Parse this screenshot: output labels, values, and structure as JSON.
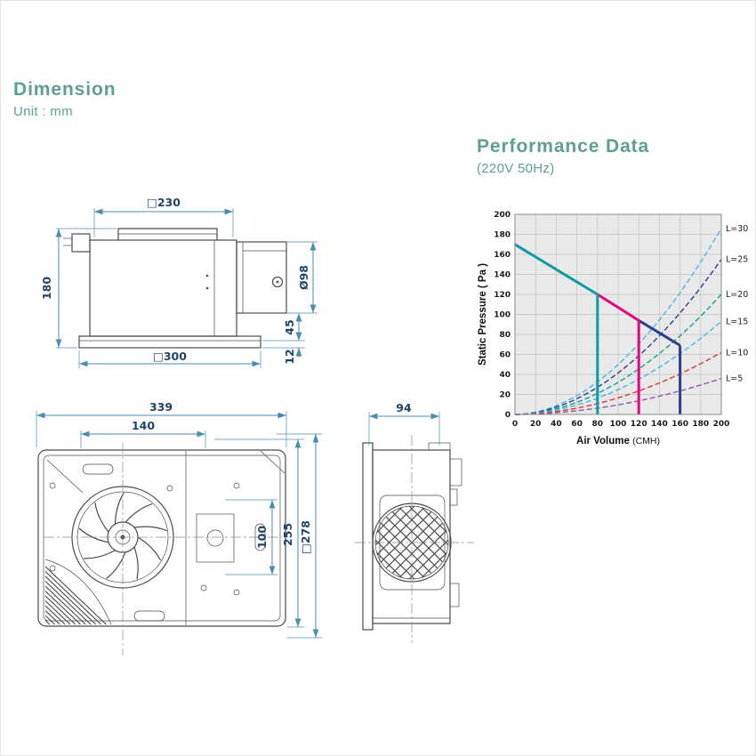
{
  "headers": {
    "accent_color": "#5f9f93",
    "dimension": {
      "title": "Dimension",
      "subtitle": "Unit : mm"
    },
    "performance": {
      "title": "Performance Data",
      "subtitle": "(220V 50Hz)"
    }
  },
  "drawings": {
    "line_color": "#4a8fb0",
    "text_color": "#1f4468",
    "side_elevation": {
      "top_width": "□230",
      "overall_height": "180",
      "duct_diameter": "Ø98",
      "duct_to_flange": "45",
      "flange_thickness": "12",
      "flange_width": "□300"
    },
    "plan_view": {
      "overall_width": "339",
      "inner_width": "140",
      "overall_height": "255",
      "body_square": "□278",
      "inner_height": "100"
    },
    "side_view": {
      "depth": "94"
    }
  },
  "chart_data": {
    "type": "line",
    "title": "",
    "xlabel": "Air Volume",
    "xunit": "(CMH)",
    "ylabel": "Static Pressure",
    "yunit": "( Pa )",
    "xlim": [
      0,
      200
    ],
    "ylim": [
      0,
      200
    ],
    "xticks": [
      0,
      20,
      40,
      60,
      80,
      100,
      120,
      140,
      160,
      180,
      200
    ],
    "yticks": [
      0,
      20,
      40,
      60,
      80,
      100,
      120,
      140,
      160,
      180,
      200
    ],
    "grid": true,
    "plot_bg": "#e9e9e9",
    "grid_color": "#c2c2c2",
    "frame_color": "#8a8a8a",
    "curve_exponent": 1.9,
    "system_curves": [
      {
        "label": "L=30",
        "color": "#45b7e6",
        "end_value": 186
      },
      {
        "label": "L=25",
        "color": "#2b3f8f",
        "end_value": 155
      },
      {
        "label": "L=20",
        "color": "#0ba289",
        "end_value": 120
      },
      {
        "label": "L=15",
        "color": "#45b7e6",
        "end_value": 93
      },
      {
        "label": "L=10",
        "color": "#d8382e",
        "end_value": 62
      },
      {
        "label": "L=5",
        "color": "#8c5ca8",
        "end_value": 36
      }
    ],
    "fan_curve": [
      {
        "color": "#0d9aa2",
        "points": [
          [
            0,
            170
          ],
          [
            80,
            120
          ]
        ]
      },
      {
        "color": "#e5077e",
        "points": [
          [
            80,
            120
          ],
          [
            120,
            94
          ]
        ]
      },
      {
        "color": "#2b3f8f",
        "points": [
          [
            120,
            94
          ],
          [
            160,
            69
          ]
        ]
      }
    ],
    "operating_points": [
      {
        "x": 80,
        "y": 120,
        "color": "#0d9aa2"
      },
      {
        "x": 120,
        "y": 94,
        "color": "#e5077e"
      },
      {
        "x": 160,
        "y": 69,
        "color": "#2b3f8f"
      }
    ]
  }
}
